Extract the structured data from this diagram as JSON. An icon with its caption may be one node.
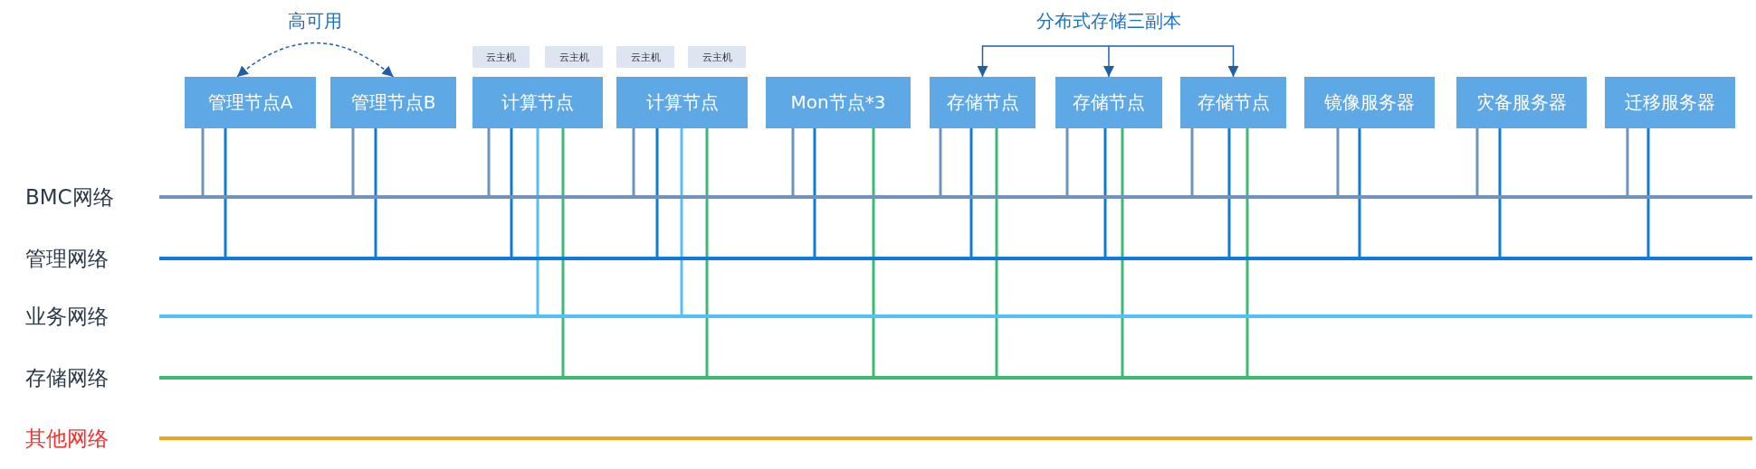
{
  "diagram": {
    "nodes": [
      {
        "text": [
          "管理节点A"
        ]
      },
      {
        "text": [
          "管理节点B"
        ]
      },
      {
        "text": [
          "计算节点"
        ]
      },
      {
        "text": [
          "计算节点"
        ]
      },
      {
        "text": [
          "Mon节点*3"
        ]
      },
      {
        "text": [
          "存储节点"
        ]
      },
      {
        "text": [
          "存储节点"
        ]
      },
      {
        "text": [
          "存储节点"
        ]
      },
      {
        "text": [
          "镜像服务器"
        ]
      },
      {
        "text": [
          "灾备服务器"
        ]
      },
      {
        "text": [
          "迁移服务器"
        ]
      },
      {
        "text": [
          "云主机"
        ]
      },
      {
        "text": [
          "云主机"
        ]
      },
      {
        "text": [
          "云主机"
        ]
      },
      {
        "text": [
          "云主机"
        ]
      },
      {
        "text": [],
        "shape": "bar",
        "beside": [
          "BMC网络"
        ]
      },
      {
        "text": [],
        "shape": "bar",
        "beside": [
          "管理网络"
        ]
      },
      {
        "text": [],
        "shape": "bar",
        "beside": [
          "业务网络"
        ]
      },
      {
        "text": [],
        "shape": "bar",
        "beside": [
          "存储网络"
        ]
      },
      {
        "text": [],
        "shape": "bar",
        "beside": [
          "其他网络"
        ]
      },
      {
        "text": [
          "分布式存储三副本"
        ]
      }
    ],
    "edges": [
      {
        "from": 0,
        "to": 1,
        "arrow": "both",
        "style": "dashed",
        "label": "高可用"
      },
      {
        "from": 20,
        "to": 5,
        "arrow": "to"
      },
      {
        "from": 20,
        "to": 6,
        "arrow": "to"
      },
      {
        "from": 20,
        "to": 7,
        "arrow": "to"
      },
      {
        "from": 0,
        "to": 15,
        "arrow": "none",
        "color": "#6f93bd"
      },
      {
        "from": 0,
        "to": 16,
        "arrow": "none",
        "color": "#0f7ad8"
      },
      {
        "from": 1,
        "to": 15,
        "arrow": "none",
        "color": "#6f93bd"
      },
      {
        "from": 1,
        "to": 16,
        "arrow": "none",
        "color": "#0f7ad8"
      },
      {
        "from": 2,
        "to": 15,
        "arrow": "none",
        "color": "#6f93bd"
      },
      {
        "from": 2,
        "to": 16,
        "arrow": "none",
        "color": "#0f7ad8"
      },
      {
        "from": 2,
        "to": 17,
        "arrow": "none",
        "color": "#55c0f7"
      },
      {
        "from": 2,
        "to": 18,
        "arrow": "none",
        "color": "#3dba72"
      },
      {
        "from": 3,
        "to": 15,
        "arrow": "none",
        "color": "#6f93bd"
      },
      {
        "from": 3,
        "to": 16,
        "arrow": "none",
        "color": "#0f7ad8"
      },
      {
        "from": 3,
        "to": 17,
        "arrow": "none",
        "color": "#55c0f7"
      },
      {
        "from": 3,
        "to": 18,
        "arrow": "none",
        "color": "#3dba72"
      },
      {
        "from": 4,
        "to": 15,
        "arrow": "none",
        "color": "#6f93bd"
      },
      {
        "from": 4,
        "to": 16,
        "arrow": "none",
        "color": "#0f7ad8"
      },
      {
        "from": 4,
        "to": 18,
        "arrow": "none",
        "color": "#3dba72"
      },
      {
        "from": 5,
        "to": 15,
        "arrow": "none",
        "color": "#6f93bd"
      },
      {
        "from": 5,
        "to": 16,
        "arrow": "none",
        "color": "#0f7ad8"
      },
      {
        "from": 5,
        "to": 18,
        "arrow": "none",
        "color": "#3dba72"
      },
      {
        "from": 6,
        "to": 15,
        "arrow": "none",
        "color": "#6f93bd"
      },
      {
        "from": 6,
        "to": 16,
        "arrow": "none",
        "color": "#0f7ad8"
      },
      {
        "from": 6,
        "to": 18,
        "arrow": "none",
        "color": "#3dba72"
      },
      {
        "from": 7,
        "to": 15,
        "arrow": "none",
        "color": "#6f93bd"
      },
      {
        "from": 7,
        "to": 16,
        "arrow": "none",
        "color": "#0f7ad8"
      },
      {
        "from": 7,
        "to": 18,
        "arrow": "none",
        "color": "#3dba72"
      },
      {
        "from": 8,
        "to": 15,
        "arrow": "none",
        "color": "#6f93bd"
      },
      {
        "from": 8,
        "to": 16,
        "arrow": "none",
        "color": "#0f7ad8"
      },
      {
        "from": 9,
        "to": 15,
        "arrow": "none",
        "color": "#6f93bd"
      },
      {
        "from": 9,
        "to": 16,
        "arrow": "none",
        "color": "#0f7ad8"
      },
      {
        "from": 10,
        "to": 15,
        "arrow": "none",
        "color": "#6f93bd"
      },
      {
        "from": 10,
        "to": 16,
        "arrow": "none",
        "color": "#0f7ad8"
      }
    ]
  }
}
